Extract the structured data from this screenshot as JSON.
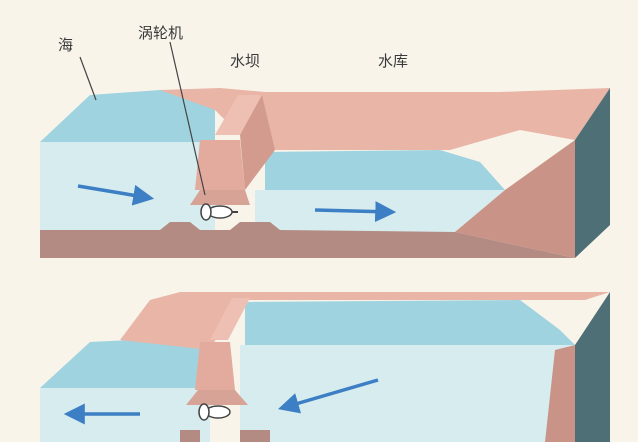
{
  "labels": {
    "sea": "海",
    "turbine": "涡轮机",
    "dam": "水坝",
    "reservoir": "水库"
  },
  "colors": {
    "water_top": "#9ed3df",
    "water_front": "#d6ecef",
    "water_mid": "#b9e0e7",
    "land_top": "#e9b5a7",
    "land_side": "#d39b8d",
    "ground_front": "#b48b82",
    "cliff": "#8f6d63",
    "slate": "#4f6f77",
    "arrow": "#3d7fc4",
    "label": "#3a3a3a"
  },
  "panels": [
    {
      "name": "high-tide-panel",
      "flow": "sea-to-reservoir"
    },
    {
      "name": "low-tide-panel",
      "flow": "reservoir-to-sea"
    }
  ]
}
